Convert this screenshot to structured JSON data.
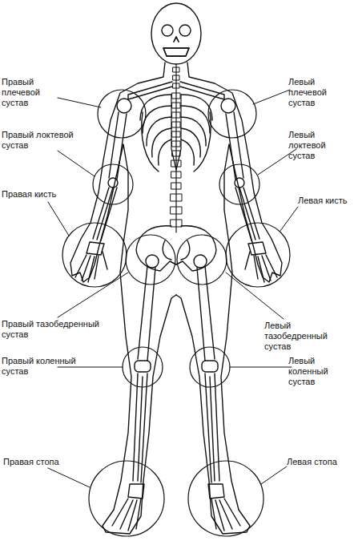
{
  "diagram": {
    "labels": [
      "Правый плечевой сустав",
      "Левый плечевой сустав",
      "Правый локтевой сустав",
      "Левый локтевой сустав",
      "Правая кисть",
      "Левая кисть",
      "Правый тазобедренный сустав",
      "Левый тазобедренный сустав",
      "Правый коленный сустав",
      "Левый коленный сустав",
      "Правая стопа",
      "Левая стопа"
    ]
  }
}
